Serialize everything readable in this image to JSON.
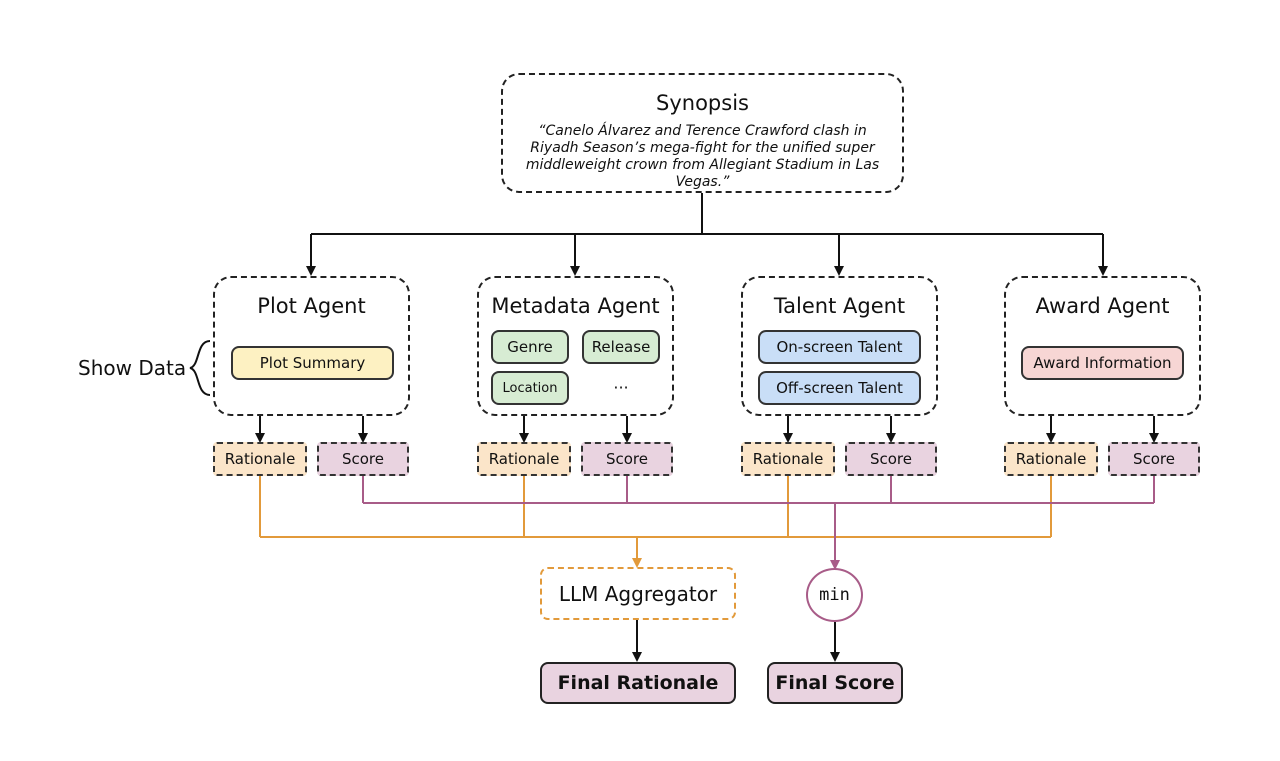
{
  "synopsis": {
    "title": "Synopsis",
    "text": "“Canelo Álvarez and Terence Crawford clash in Riyadh Season’s mega-fight for the unified super middleweight crown from Allegiant Stadium in Las Vegas.”"
  },
  "show_data_label": "Show Data",
  "agents": [
    {
      "title": "Plot Agent",
      "items": [
        "Plot Summary"
      ]
    },
    {
      "title": "Metadata Agent",
      "items": [
        "Genre",
        "Release",
        "Location",
        "···"
      ]
    },
    {
      "title": "Talent Agent",
      "items": [
        "On-screen Talent",
        "Off-screen Talent"
      ]
    },
    {
      "title": "Award Agent",
      "items": [
        "Award Information"
      ]
    }
  ],
  "outputs": {
    "rationale": "Rationale",
    "score": "Score"
  },
  "aggregator": "LLM Aggregator",
  "min_label": "min",
  "final_rationale": "Final Rationale",
  "final_score": "Final Score",
  "colors": {
    "rationale_line": "#e29a3b",
    "score_line": "#a85c88",
    "line": "#111111"
  }
}
